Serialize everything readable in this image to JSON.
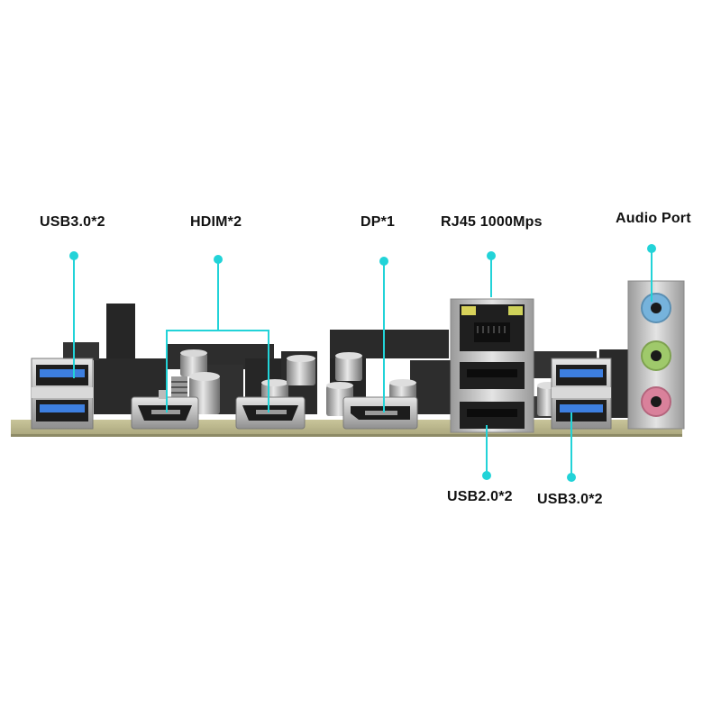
{
  "colors": {
    "callout": "#22d3d8",
    "pcb": "#b8b48a",
    "metal": "#c7c7c7",
    "dark": "#1f1f1f",
    "usb3_blue": "#3d7fe0",
    "audio_blue": "#76b3dc",
    "audio_green": "#9fc96b",
    "audio_pink": "#d9819b",
    "led_yellow": "#d8d25a"
  },
  "labels": {
    "usb30_left": "USB3.0*2",
    "hdmi": "HDIM*2",
    "dp": "DP*1",
    "rj45": "RJ45 1000Mps",
    "audio": "Audio Port",
    "usb20": "USB2.0*2",
    "usb30_right": "USB3.0*2"
  },
  "icons": {
    "ports": [
      "usb3-port-icon",
      "hdmi-port-icon",
      "displayport-icon",
      "rj45-port-icon",
      "usb2-port-icon",
      "audio-jack-icon"
    ]
  }
}
